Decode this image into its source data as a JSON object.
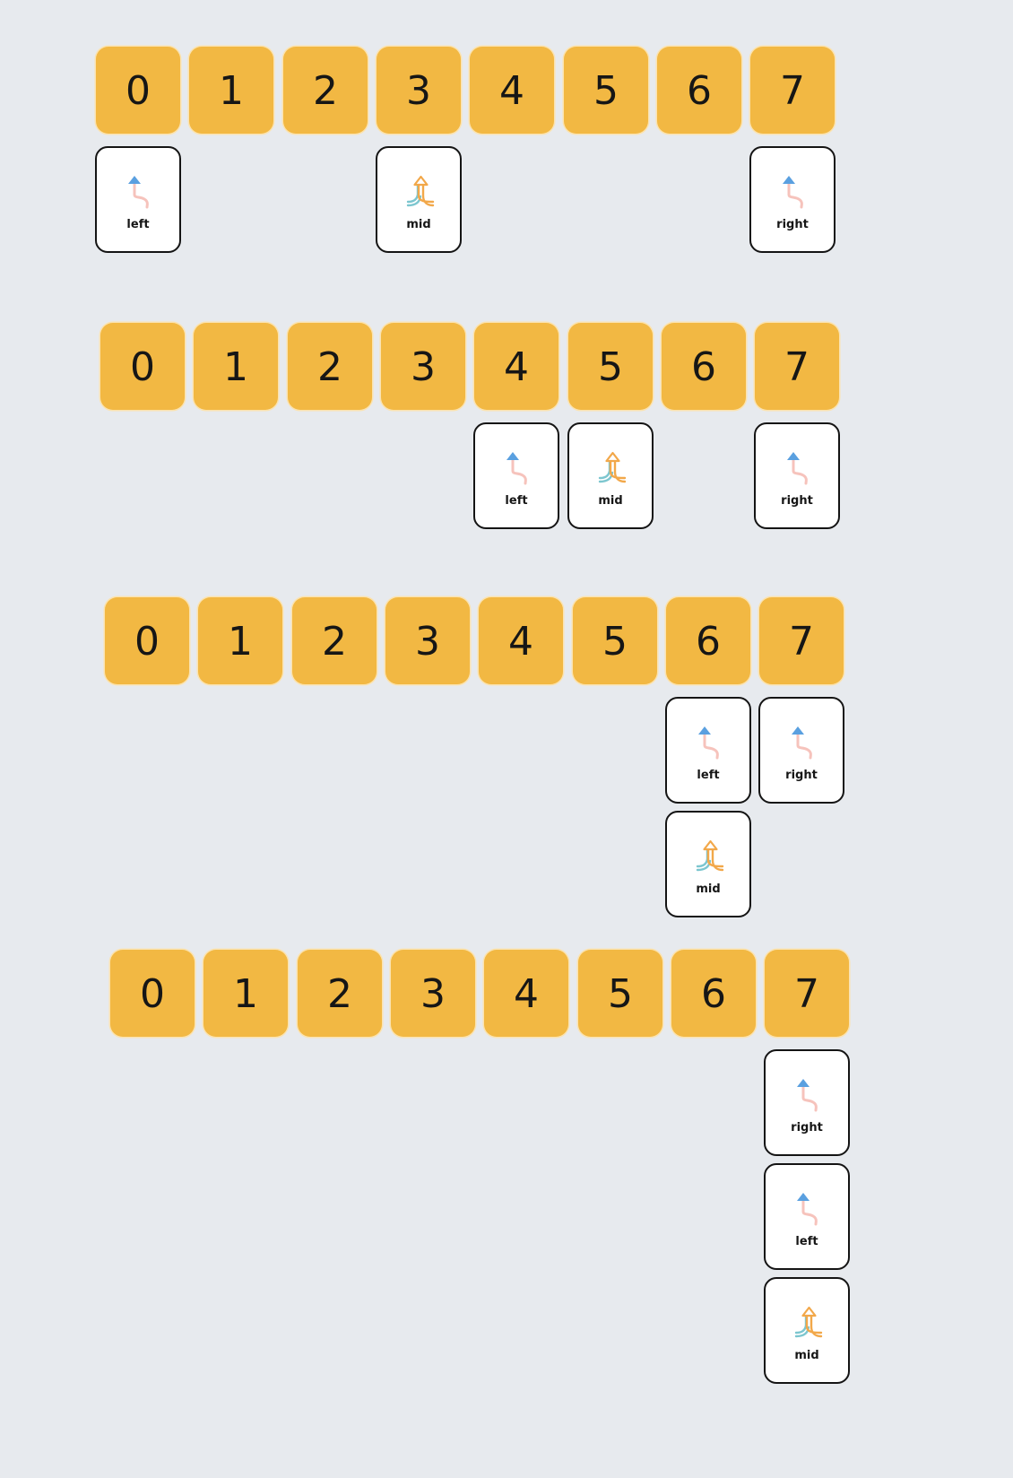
{
  "cells": [
    "0",
    "1",
    "2",
    "3",
    "4",
    "5",
    "6",
    "7"
  ],
  "pointer_labels": {
    "left": "left",
    "mid": "mid",
    "right": "right"
  },
  "colors": {
    "background": "#e7eaee",
    "cell_fill": "#f2b843",
    "pointer_fill": "#ffffff",
    "pointer_border": "#141414",
    "arrow_blue": "#5aa0e0",
    "arrow_pink": "#f4b8b0",
    "arrow_orange": "#f2a84a",
    "arrow_teal": "#7cc6cf"
  },
  "icons": {
    "left": "turn-up-arrow-icon",
    "right": "turn-up-arrow-icon",
    "mid": "merge-arrow-icon"
  },
  "steps": [
    {
      "pointers": [
        {
          "role": "left",
          "index": 0,
          "stack": 0
        },
        {
          "role": "mid",
          "index": 3,
          "stack": 0
        },
        {
          "role": "right",
          "index": 7,
          "stack": 0
        }
      ]
    },
    {
      "pointers": [
        {
          "role": "left",
          "index": 4,
          "stack": 0
        },
        {
          "role": "mid",
          "index": 5,
          "stack": 0
        },
        {
          "role": "right",
          "index": 7,
          "stack": 0
        }
      ]
    },
    {
      "pointers": [
        {
          "role": "left",
          "index": 6,
          "stack": 0
        },
        {
          "role": "right",
          "index": 7,
          "stack": 0
        },
        {
          "role": "mid",
          "index": 6,
          "stack": 1
        }
      ]
    },
    {
      "pointers": [
        {
          "role": "right",
          "index": 7,
          "stack": 0
        },
        {
          "role": "left",
          "index": 7,
          "stack": 1
        },
        {
          "role": "mid",
          "index": 7,
          "stack": 2
        }
      ]
    }
  ]
}
